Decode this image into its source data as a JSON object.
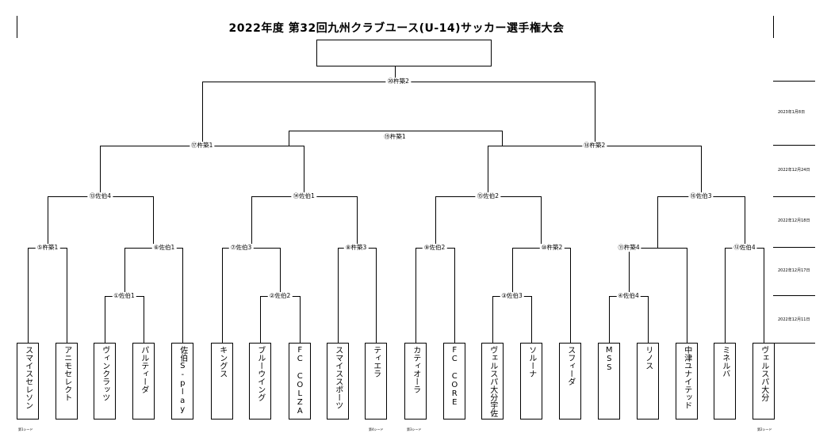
{
  "title": "2022年度 第32回九州クラブユース(U-14)サッカー選手権大会",
  "teams": [
    "スマイスセレソン",
    "アニモセレクト",
    "ヴィンクラッツ",
    "パルティーダ",
    "佐伯S-play",
    "キングス",
    "ブルーウイング",
    "FC COLZA",
    "スマイススポーツ",
    "ティエラ",
    "カティオーラ",
    "FC CORE",
    "ヴェルスパ大分宇佐",
    "ソルーナ",
    "スフィーダ",
    "MSS",
    "リノス",
    "中津ユナイテッド",
    "ミネルバ",
    "ヴェルスパ大分"
  ],
  "matches": {
    "m1": "①佐伯1",
    "m2": "②佐伯2",
    "m3": "③佐伯3",
    "m4": "④佐伯4",
    "m5": "⑤杵築1",
    "m6": "⑥佐伯1",
    "m7": "⑦佐伯3",
    "m8": "⑧杵築3",
    "m9": "⑨佐伯2",
    "m10": "⑩杵築2",
    "m11": "⑪杵築4",
    "m12": "⑫佐伯4",
    "m13": "⑬佐伯4",
    "m14": "⑭佐伯1",
    "m15": "⑮佐伯2",
    "m16": "⑯佐伯3",
    "m17": "⑰杵築1",
    "m18": "⑱杵築2",
    "m19": "⑲杵築1",
    "m20": "⑳杵築2"
  },
  "dates": [
    "2023年1月8日",
    "2022年12月24日",
    "2022年12月18日",
    "2022年12月17日",
    "2022年12月11日"
  ],
  "seeds": [
    "第1シード",
    "第4シード",
    "第3シード",
    "第2シード"
  ]
}
